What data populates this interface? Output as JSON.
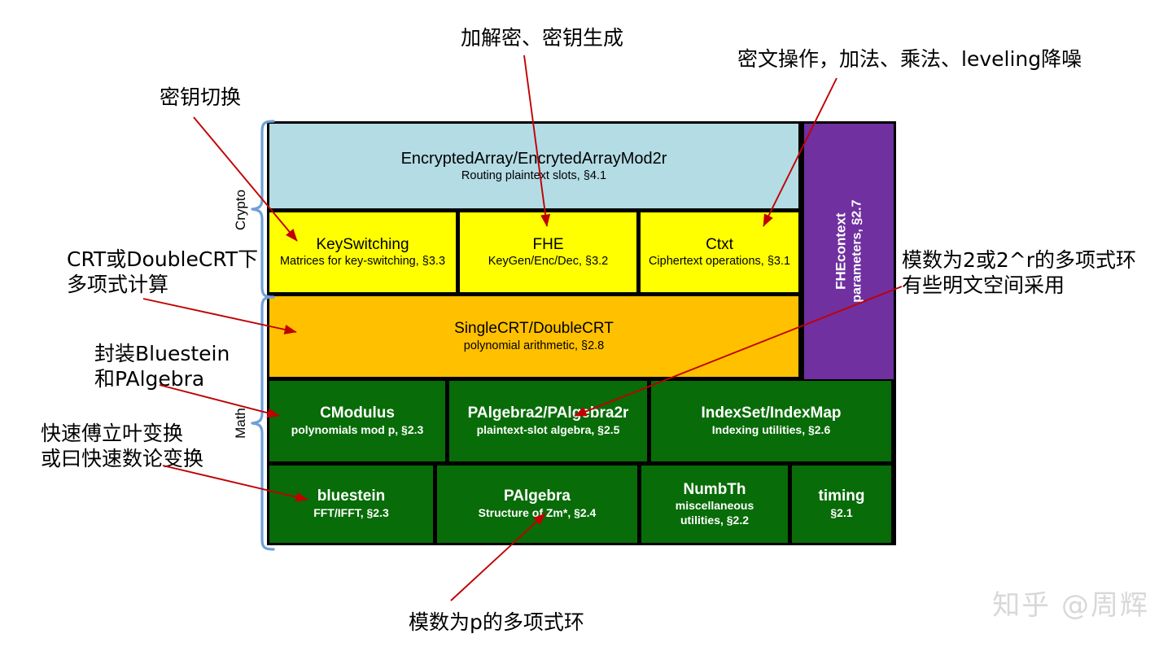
{
  "diagram": {
    "title_hidden": "HElib library architecture",
    "colors": {
      "light_blue": "#b3dce5",
      "yellow": "#ffff00",
      "orange": "#ffc000",
      "green": "#086c08",
      "purple": "#7030a0",
      "arrow_red": "#c00000",
      "brace_blue": "#6f9fd8",
      "border_black": "#000000",
      "watermark_gray": "#d8d8d8"
    },
    "rows": [
      {
        "id": "row-encrypted-array",
        "color": "light_blue",
        "cells": [
          {
            "title": "EncryptedArray/EncrytedArrayMod2r",
            "subtitle": "Routing plaintext slots, §4.1"
          }
        ]
      },
      {
        "id": "row-crypto",
        "color": "yellow",
        "cells": [
          {
            "title": "KeySwitching",
            "subtitle": "Matrices for key-switching, §3.3"
          },
          {
            "title": "FHE",
            "subtitle": "KeyGen/Enc/Dec, §3.2"
          },
          {
            "title": "Ctxt",
            "subtitle": "Ciphertext operations, §3.1"
          }
        ]
      },
      {
        "id": "row-crt",
        "color": "orange",
        "cells": [
          {
            "title": "SingleCRT/DoubleCRT",
            "subtitle": "polynomial arithmetic, §2.8"
          }
        ]
      },
      {
        "id": "row-math-upper",
        "color": "green",
        "cells": [
          {
            "title": "CModulus",
            "subtitle": "polynomials mod p, §2.3"
          },
          {
            "title": "PAlgebra2/PAlgebra2r",
            "subtitle": "plaintext-slot algebra, §2.5"
          },
          {
            "title": "IndexSet/IndexMap",
            "subtitle": "Indexing utilities, §2.6"
          }
        ]
      },
      {
        "id": "row-math-lower",
        "color": "green",
        "cells": [
          {
            "title": "bluestein",
            "subtitle": "FFT/IFFT, §2.3"
          },
          {
            "title": "PAlgebra",
            "subtitle": "Structure of Zm*, §2.4"
          },
          {
            "title": "NumbTh",
            "subtitle": "miscellaneous\nutilities, §2.2"
          },
          {
            "title": "timing",
            "subtitle": "§2.1"
          }
        ]
      }
    ],
    "side_column": {
      "id": "fhecontext-column",
      "color": "purple",
      "title": "FHEcontext",
      "subtitle": "parameters, §2.7"
    },
    "braces": [
      {
        "id": "brace-crypto",
        "label": "Crypto"
      },
      {
        "id": "brace-math",
        "label": "Math"
      }
    ],
    "annotations": [
      {
        "id": "anno-key-switching",
        "text": "密钥切换"
      },
      {
        "id": "anno-enc-dec-keygen",
        "text": "加解密、密钥生成"
      },
      {
        "id": "anno-ctxt-ops",
        "text": "密文操作，加法、乘法、leveling降噪"
      },
      {
        "id": "anno-crt-poly",
        "text": "CRT或DoubleCRT下\n多项式计算"
      },
      {
        "id": "anno-wrap-bluestein",
        "text": "封装Bluestein\n和PAlgebra"
      },
      {
        "id": "anno-fft",
        "text": "快速傅立叶变换\n或曰快速数论变换"
      },
      {
        "id": "anno-mod2r-ring",
        "text": "模数为2或2^r的多项式环\n有些明文空间采用"
      },
      {
        "id": "anno-modp-ring",
        "text": "模数为p的多项式环"
      }
    ],
    "watermark": "知乎 @周辉"
  }
}
